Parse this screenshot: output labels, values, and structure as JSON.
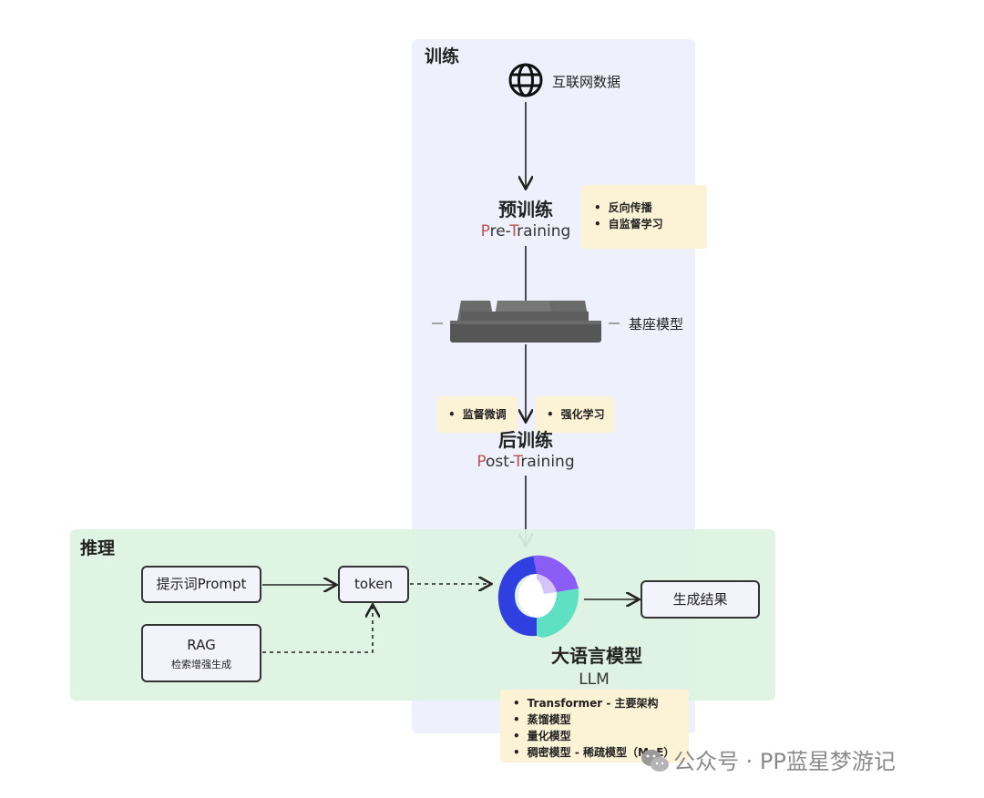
{
  "training": {
    "section_label": "训练",
    "data_source": {
      "label": "互联网数据",
      "icon": "globe-icon"
    },
    "pretraining": {
      "title": "预训练",
      "subtitle_first": "P",
      "subtitle_mid1": "re-",
      "subtitle_t": "T",
      "subtitle_rest": "raining",
      "notes": [
        "反向传播",
        "自监督学习"
      ]
    },
    "base_model": {
      "label": "基座模型",
      "icon": "keyboard-icon"
    },
    "posttraining": {
      "title": "后训练",
      "subtitle_first": "P",
      "subtitle_mid1": "ost-",
      "subtitle_t": "T",
      "subtitle_rest": "raining",
      "note_left": "监督微调",
      "note_right": "强化学习"
    }
  },
  "inference": {
    "section_label": "推理",
    "prompt_box": "提示词Prompt",
    "token_box": "token",
    "rag_box": {
      "title": "RAG",
      "subtitle": "检索增强生成"
    },
    "output_box": "生成结果",
    "llm": {
      "title": "大语言模型",
      "subtitle": "LLM",
      "icon": "llm-logo-icon",
      "notes": [
        "Transformer - 主要架构",
        "蒸馏模型",
        "量化模型",
        "稠密模型  -  稀疏模型（MoE）"
      ]
    }
  },
  "watermark": "公众号 · PP蓝星梦游记",
  "colors": {
    "train_panel": "#eef1fb",
    "infer_panel": "#def3e2",
    "note_bg": "#fcf2d6",
    "accent_red": "#c0504d",
    "logo_purple": "#8b5cf6",
    "logo_blue": "#2f3fe0",
    "logo_teal": "#5fe0c2"
  }
}
